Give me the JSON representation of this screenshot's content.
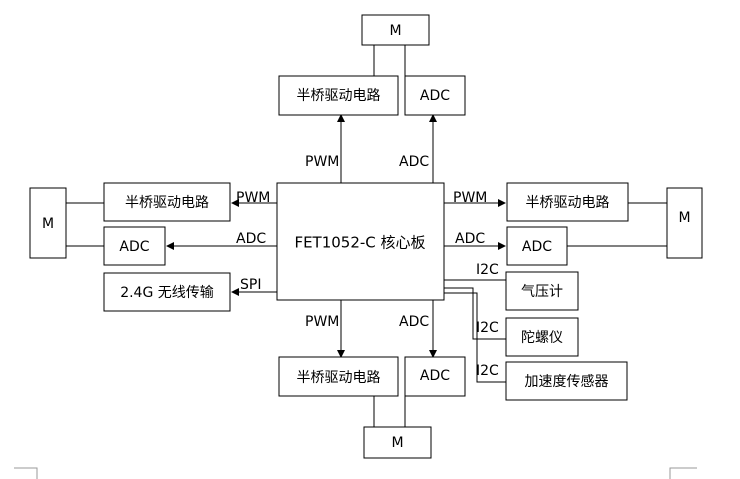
{
  "boxes": {
    "core": "FET1052-C 核心板",
    "motor_top": "M",
    "motor_left": "M",
    "motor_right": "M",
    "motor_bottom": "M",
    "drive_top": "半桥驱动电路",
    "drive_left": "半桥驱动电路",
    "drive_right": "半桥驱动电路",
    "drive_bottom": "半桥驱动电路",
    "adc_top": "ADC",
    "adc_left": "ADC",
    "adc_right": "ADC",
    "adc_bottom": "ADC",
    "wireless": "2.4G 无线传输",
    "barometer": "气压计",
    "gyroscope": "陀螺仪",
    "accelerometer": "加速度传感器"
  },
  "labels": {
    "pwm_top": "PWM",
    "adc_top": "ADC",
    "pwm_left": "PWM",
    "adc_left": "ADC",
    "spi": "SPI",
    "pwm_right": "PWM",
    "adc_right": "ADC",
    "pwm_bottom": "PWM",
    "adc_bottom": "ADC",
    "i2c_baro": "I2C",
    "i2c_gyro": "I2C",
    "i2c_accel": "I2C"
  }
}
